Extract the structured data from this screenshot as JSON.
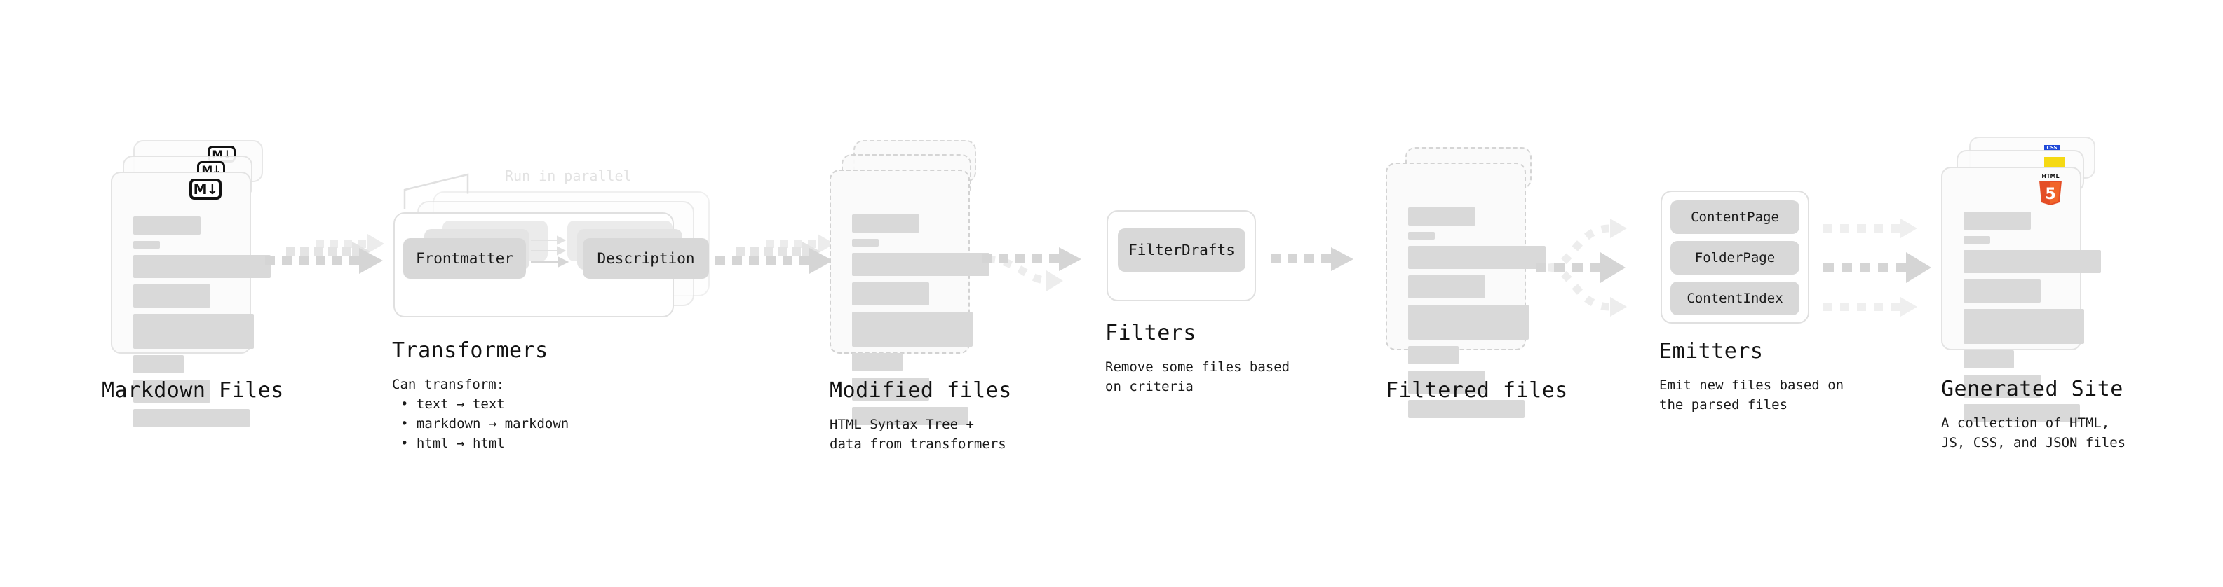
{
  "diagram": {
    "type": "pipeline-flow",
    "background": "#ffffff",
    "accent_colors": {
      "skeleton_bar": "#d9d9d9",
      "card_border": "#e3e3e3",
      "dashed_border": "#d2d2d2",
      "chip_fill": "#d8d8d8",
      "arrow": "#d5d5d5",
      "html5_orange": "#e44d26",
      "html5_orange_light": "#f16529",
      "js_yellow": "#f5d914",
      "css_blue": "#1f49d8",
      "markdown_black": "#111111",
      "ghost_text": "#e2e2e2"
    }
  },
  "stages": [
    {
      "id": "markdown-files",
      "title": "Markdown Files",
      "subtitle": "",
      "badge": "markdown-icon",
      "badge_text": "M",
      "card_style": "solid",
      "stack_count": 3
    },
    {
      "id": "transformers",
      "title": "Transformers",
      "subtitle": "Can transform:",
      "bullets": [
        "text → text",
        "markdown → markdown",
        "html → html"
      ],
      "annotation": "Run in parallel",
      "chips": [
        "Frontmatter",
        "Description"
      ],
      "stack_count": 3
    },
    {
      "id": "modified-files",
      "title": "Modified files",
      "subtitle": "HTML Syntax Tree +\ndata from transformers",
      "card_style": "dashed",
      "stack_count": 3
    },
    {
      "id": "filters",
      "title": "Filters",
      "subtitle": "Remove some files based\non criteria",
      "chips": [
        "FilterDrafts"
      ]
    },
    {
      "id": "filtered-files",
      "title": "Filtered files",
      "subtitle": "",
      "card_style": "dashed",
      "stack_count": 2
    },
    {
      "id": "emitters",
      "title": "Emitters",
      "subtitle": "Emit new files based on\nthe parsed files",
      "chips": [
        "ContentPage",
        "FolderPage",
        "ContentIndex"
      ]
    },
    {
      "id": "generated-site",
      "title": "Generated Site",
      "subtitle": "A collection of HTML,\nJS, CSS, and JSON files",
      "badges": [
        "html5-icon",
        "js-icon",
        "css-icon"
      ],
      "badge_labels": {
        "html5": "HTML",
        "html5_digit": "5",
        "css": "CSS"
      },
      "card_style": "solid",
      "stack_count": 3
    }
  ],
  "connectors": [
    {
      "id": "md-to-transformers",
      "kind": "dotted-arrow",
      "lanes": 3
    },
    {
      "id": "transformers-to-modified",
      "kind": "dotted-arrow",
      "lanes": 3
    },
    {
      "id": "modified-to-filters",
      "kind": "dotted-arrow",
      "lanes": 2
    },
    {
      "id": "filters-to-filtered",
      "kind": "dotted-arrow",
      "lanes": 1
    },
    {
      "id": "filtered-to-emitters",
      "kind": "dotted-fan-out",
      "lanes": 3
    },
    {
      "id": "emitters-to-site",
      "kind": "dotted-arrow-triple",
      "lanes": 3
    }
  ],
  "skeleton": {
    "bars": [
      {
        "w": 96,
        "h": 26
      },
      {
        "w": 38,
        "h": 11
      },
      {
        "w": 196,
        "h": 33
      },
      {
        "w": 110,
        "h": 33
      },
      {
        "w": 172,
        "h": 50
      },
      {
        "w": 72,
        "h": 26
      },
      {
        "w": 110,
        "h": 33
      },
      {
        "w": 166,
        "h": 26
      }
    ]
  }
}
